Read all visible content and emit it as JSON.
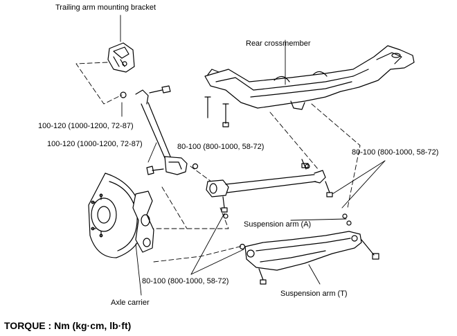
{
  "labels": {
    "trailing_arm_bracket": "Trailing arm mounting bracket",
    "rear_crossmember": "Rear crossmember",
    "torque_upper": "100-120 (1000-1200, 72-87)",
    "torque_lower": "100-120 (1000-1200, 72-87)",
    "torque_center": "80-100 (800-1000, 58-72)",
    "torque_right": "80-100 (800-1000, 58-72)",
    "suspension_arm_a": "Suspension arm (A)",
    "torque_bottom": "80-100 (800-1000, 58-72)",
    "axle_carrier": "Axle carrier",
    "suspension_arm_t": "Suspension arm (T)"
  },
  "footer": {
    "torque_units": "TORQUE : Nm (kg·cm, lb·ft)"
  },
  "colors": {
    "ink": "#000000",
    "paper": "#ffffff"
  }
}
